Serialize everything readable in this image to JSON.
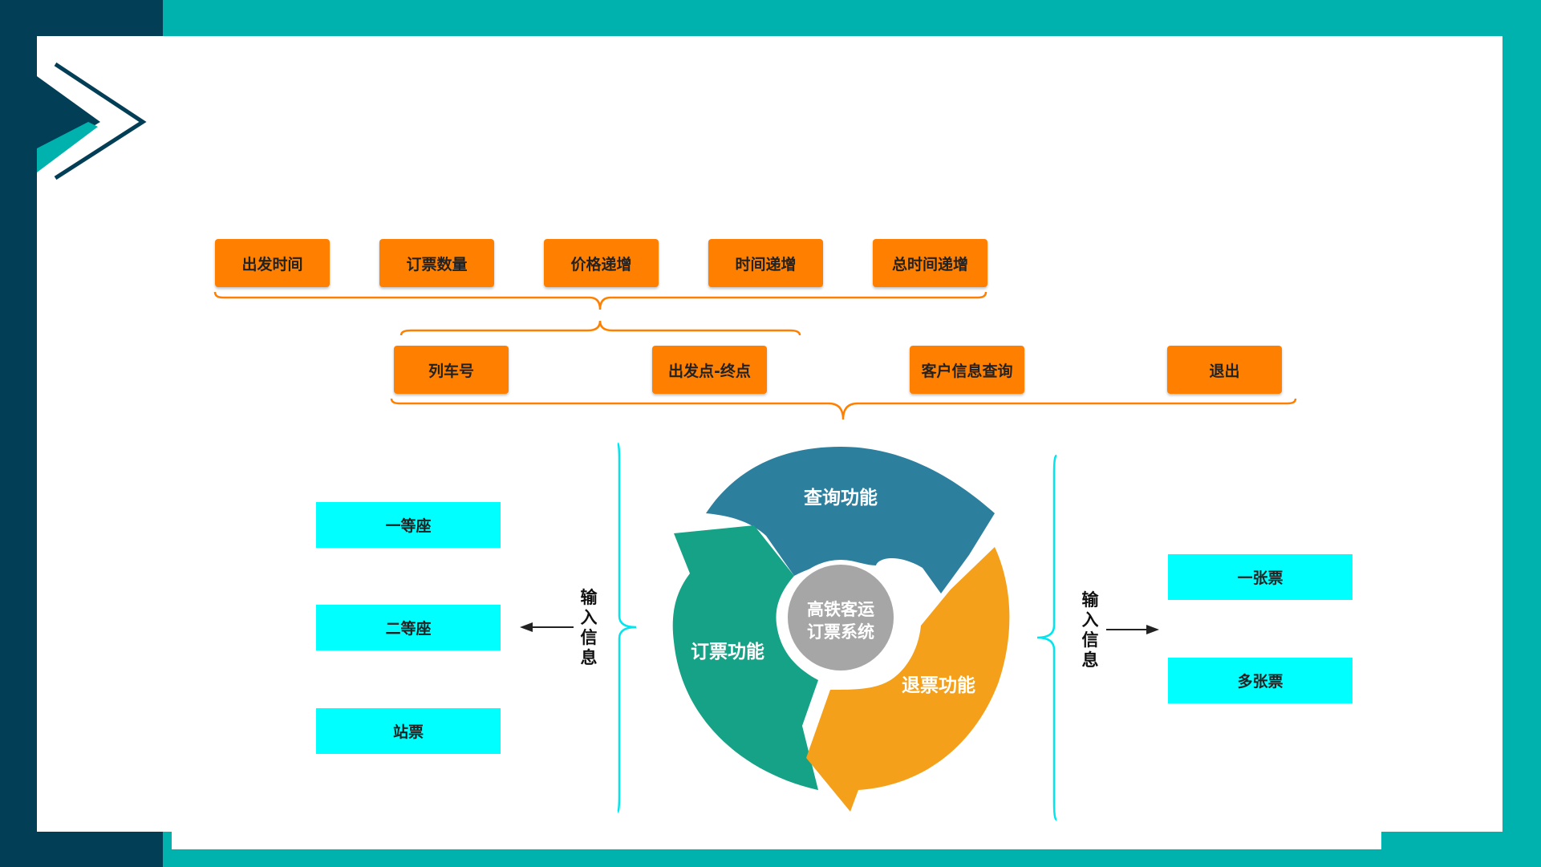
{
  "colors": {
    "teal": "#00b2ad",
    "navy": "#023e56",
    "orange": "#ff8000",
    "cyan": "#00ffff",
    "query": "#2d7f9e",
    "booking": "#15a286",
    "refund": "#f4a01b",
    "center": "#a6a6a6"
  },
  "sort_options": [
    "出发时间",
    "订票数量",
    "价格递增",
    "时间递增",
    "总时间递增"
  ],
  "query_options": [
    "列车号",
    "出发点-终点",
    "客户信息查询",
    "退出"
  ],
  "cycle": {
    "query": "查询功能",
    "booking": "订票功能",
    "refund": "退票功能",
    "center_line1": "高铁客运",
    "center_line2": "订票系统"
  },
  "left": {
    "label": "输入信息",
    "seats": [
      "一等座",
      "二等座",
      "站票"
    ]
  },
  "right": {
    "label": "输入信息",
    "tickets": [
      "一张票",
      "多张票"
    ]
  }
}
